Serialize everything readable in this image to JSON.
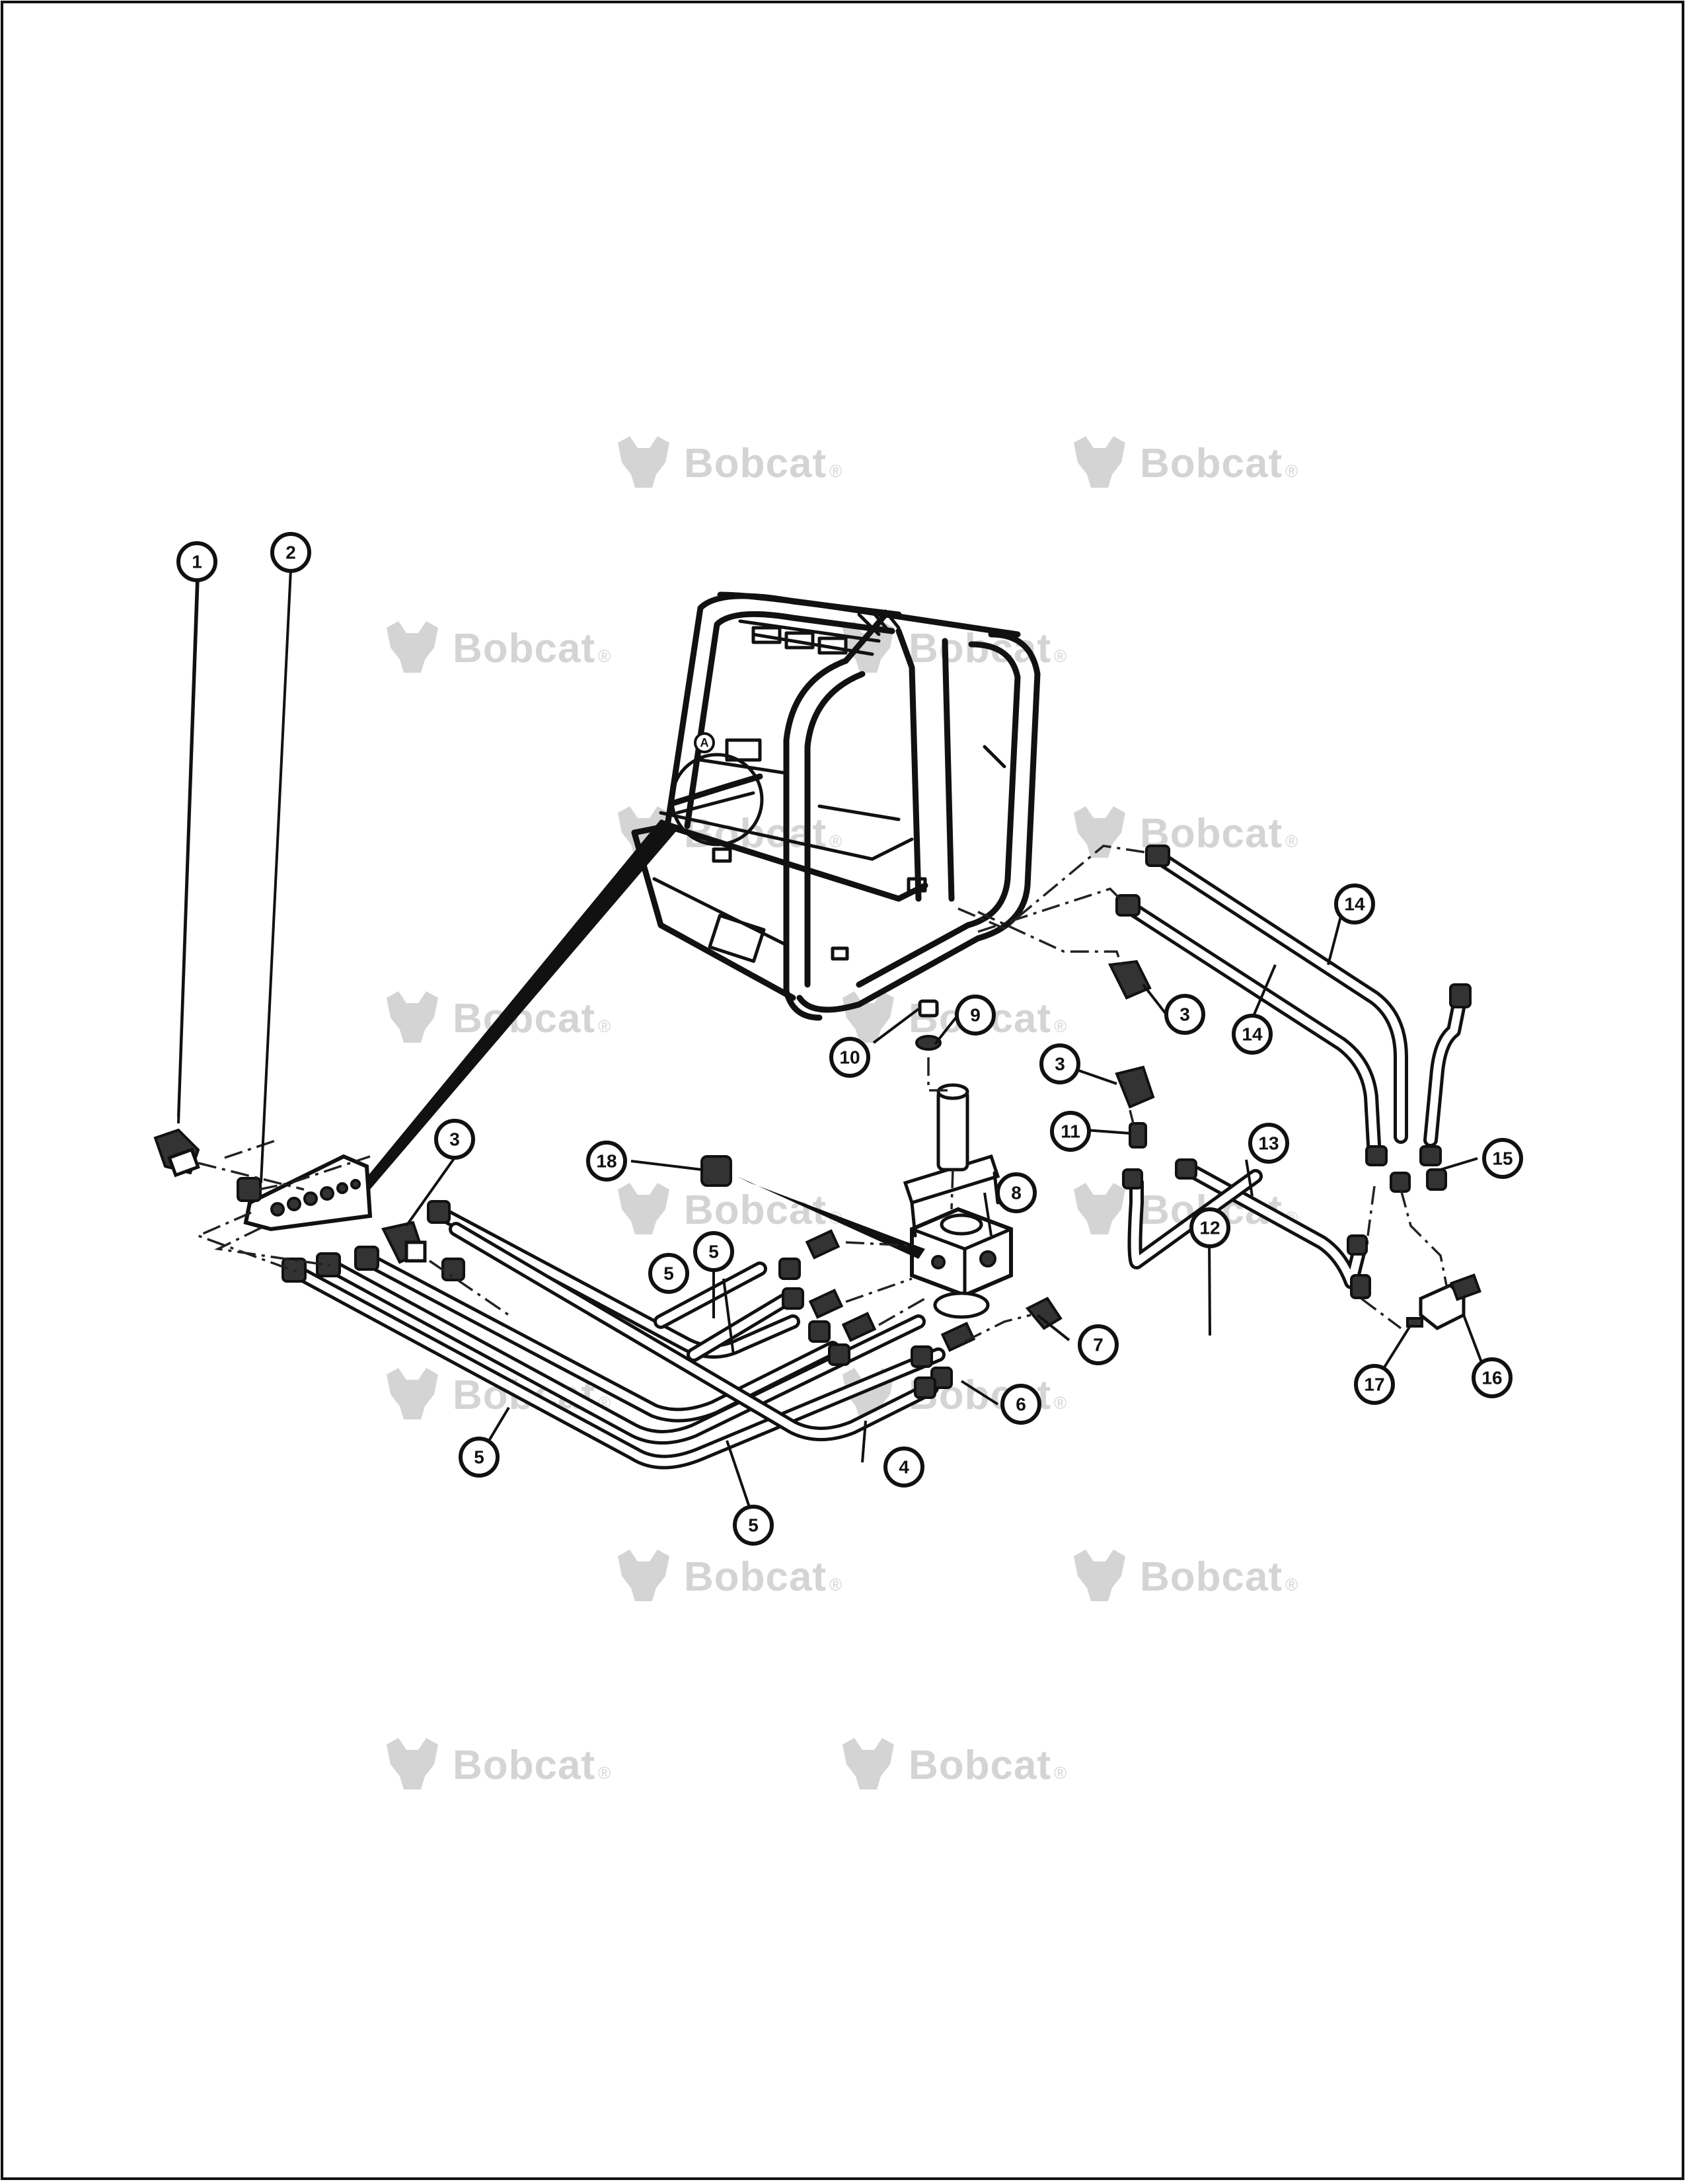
{
  "watermark": {
    "text": "Bobcat",
    "registered": "®",
    "icon": "bobcat-head-icon",
    "color": "#d4d4d4"
  },
  "callouts": [
    {
      "id": "c1",
      "label": "1"
    },
    {
      "id": "c2",
      "label": "2"
    },
    {
      "id": "c3a",
      "label": "3"
    },
    {
      "id": "c3b",
      "label": "3"
    },
    {
      "id": "c3c",
      "label": "3"
    },
    {
      "id": "c4",
      "label": "4"
    },
    {
      "id": "c5a",
      "label": "5"
    },
    {
      "id": "c5b",
      "label": "5"
    },
    {
      "id": "c5c",
      "label": "5"
    },
    {
      "id": "c5d",
      "label": "5"
    },
    {
      "id": "c6",
      "label": "6"
    },
    {
      "id": "c7",
      "label": "7"
    },
    {
      "id": "c8",
      "label": "8"
    },
    {
      "id": "c9",
      "label": "9"
    },
    {
      "id": "c10",
      "label": "10"
    },
    {
      "id": "c11",
      "label": "11"
    },
    {
      "id": "c12",
      "label": "12"
    },
    {
      "id": "c13",
      "label": "13"
    },
    {
      "id": "c14a",
      "label": "14"
    },
    {
      "id": "c14b",
      "label": "14"
    },
    {
      "id": "c15",
      "label": "15"
    },
    {
      "id": "c16",
      "label": "16"
    },
    {
      "id": "c17",
      "label": "17"
    },
    {
      "id": "c18",
      "label": "18"
    }
  ],
  "detail_marker": {
    "label": "A"
  }
}
